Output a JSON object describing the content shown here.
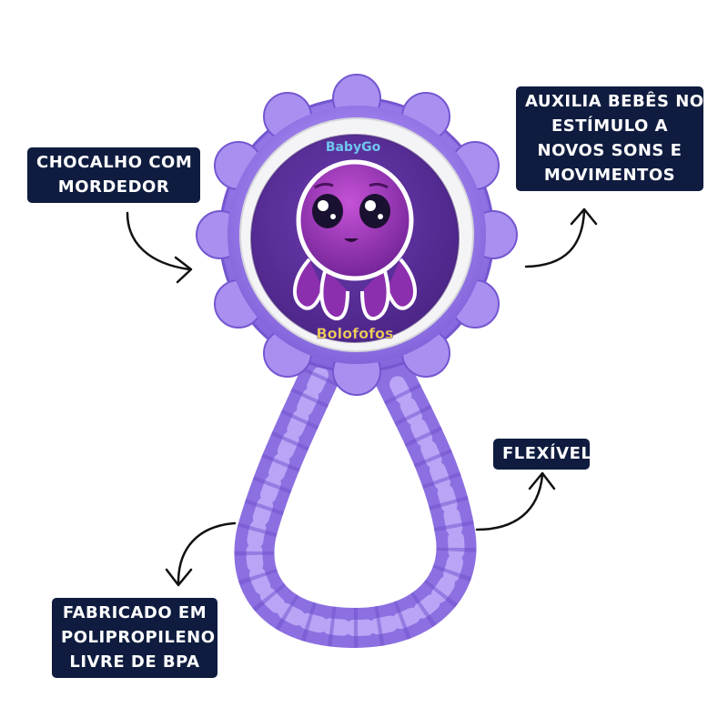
{
  "callouts": {
    "chocalho": [
      "CHOCALHO COM",
      "MORDEDOR"
    ],
    "auxilia": [
      "AUXILIA BEBÊS NO",
      "ESTÍMULO A",
      "NOVOS SONS E",
      "MOVIMENTOS"
    ],
    "flexivel": [
      "FLEXÍVEL"
    ],
    "fabricado": [
      "FABRICADO EM",
      "POLIPROPILENO",
      "LIVRE DE BPA"
    ]
  },
  "product": {
    "brand_top": "BabyGo",
    "brand_bottom": "Bolofofos"
  },
  "colors": {
    "label_bg": "#0f1c3f",
    "toy_purple": "#9b7fe6",
    "toy_purple_dark": "#7456d0",
    "disc_purple": "#5a2f99",
    "octopus": "#8a2fa8"
  },
  "icons": {
    "arrows": "curved-arrow-icon"
  }
}
